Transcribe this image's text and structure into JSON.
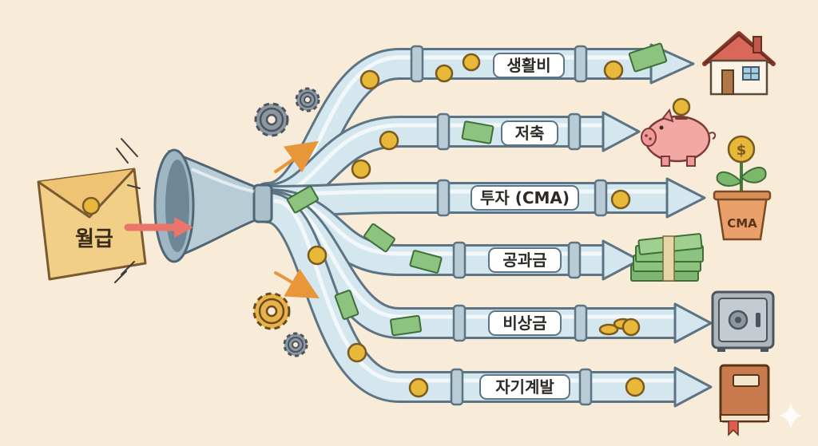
{
  "source": {
    "label": "월급"
  },
  "branches": [
    {
      "label": "생활비",
      "destination_icon": "house-icon"
    },
    {
      "label": "저축",
      "destination_icon": "piggy-bank-icon"
    },
    {
      "label": "투자 (CMA)",
      "destination_icon": "money-plant-icon"
    },
    {
      "label": "공과금",
      "destination_icon": "cash-stack-icon"
    },
    {
      "label": "비상금",
      "destination_icon": "safe-icon"
    },
    {
      "label": "자기계발",
      "destination_icon": "book-icon"
    }
  ],
  "plant_pot_label": "CMA",
  "colors": {
    "background": "#f8ecd9",
    "pipe": "#cfe3ec",
    "pipe_outline": "#5d7484",
    "coin": "#e8b83a",
    "bill": "#8cc47f",
    "envelope": "#f2cf86",
    "piggy": "#f4a8a4"
  }
}
